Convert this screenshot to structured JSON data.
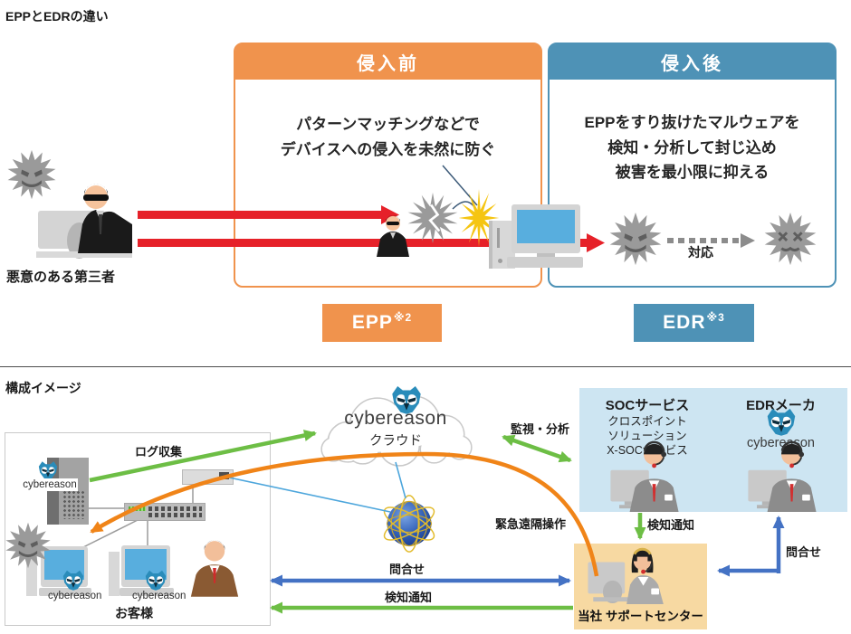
{
  "top": {
    "title": "EPPとEDRの違い",
    "attacker_label": "悪意のある第三者",
    "response_label": "対応",
    "before": {
      "header": "侵入前",
      "body_line1": "パターンマッチングなどで",
      "body_line2": "デバイスへの侵入を未然に防ぐ",
      "button_label": "EPP",
      "button_note": "※2"
    },
    "after": {
      "header": "侵入後",
      "body_line1": "EPPをすり抜けたマルウェアを",
      "body_line2": "検知・分析して封じ込め",
      "body_line3": "被害を最小限に抑える",
      "button_label": "EDR",
      "button_note": "※3"
    }
  },
  "bottom": {
    "title": "構成イメージ",
    "cloud": {
      "brand": "cybereason",
      "label": "クラウド"
    },
    "customer": {
      "label": "お客様",
      "server_brand": "cybereason",
      "pc1_brand": "cybereason",
      "pc2_brand": "cybereason"
    },
    "soc": {
      "title": "SOCサービス",
      "line1": "クロスポイント",
      "line2": "ソリューション",
      "line3": "X-SOCサービス"
    },
    "edr": {
      "title": "EDRメーカ",
      "brand": "cybereason"
    },
    "support": {
      "label": "当社 サポートセンター"
    },
    "arrows": {
      "log": "ログ収集",
      "monitor": "監視・分析",
      "detect_right": "検知通知",
      "detect_bottom": "検知通知",
      "inquiry_bottom": "問合せ",
      "inquiry_right": "問合せ",
      "remote": "緊急遠隔操作"
    }
  },
  "colors": {
    "orange": "#f0934d",
    "blue": "#4e92b6",
    "light_blue_panel": "#cde5f2",
    "support_bg": "#f7d9a2",
    "red": "#e62129",
    "green": "#6dbe45",
    "arrow_blue": "#4472c4",
    "remote_orange": "#f08418"
  }
}
